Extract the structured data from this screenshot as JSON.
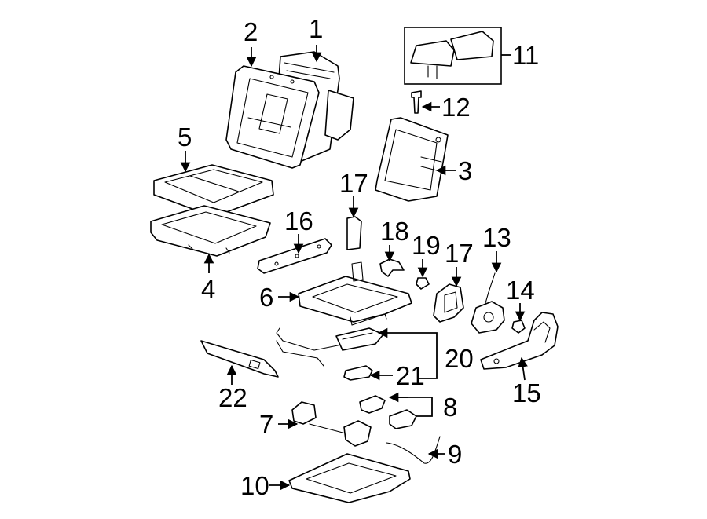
{
  "callouts": [
    {
      "id": "c1",
      "label": "1"
    },
    {
      "id": "c2",
      "label": "2"
    },
    {
      "id": "c3",
      "label": "3"
    },
    {
      "id": "c4",
      "label": "4"
    },
    {
      "id": "c5",
      "label": "5"
    },
    {
      "id": "c6",
      "label": "6"
    },
    {
      "id": "c7",
      "label": "7"
    },
    {
      "id": "c8",
      "label": "8"
    },
    {
      "id": "c9",
      "label": "9"
    },
    {
      "id": "c10",
      "label": "10"
    },
    {
      "id": "c11",
      "label": "11"
    },
    {
      "id": "c12",
      "label": "12"
    },
    {
      "id": "c13",
      "label": "13"
    },
    {
      "id": "c14",
      "label": "14"
    },
    {
      "id": "c15",
      "label": "15"
    },
    {
      "id": "c16",
      "label": "16"
    },
    {
      "id": "c17a",
      "label": "17"
    },
    {
      "id": "c17b",
      "label": "17"
    },
    {
      "id": "c18",
      "label": "18"
    },
    {
      "id": "c19",
      "label": "19"
    },
    {
      "id": "c20",
      "label": "20"
    },
    {
      "id": "c21",
      "label": "21"
    },
    {
      "id": "c22",
      "label": "22"
    }
  ]
}
